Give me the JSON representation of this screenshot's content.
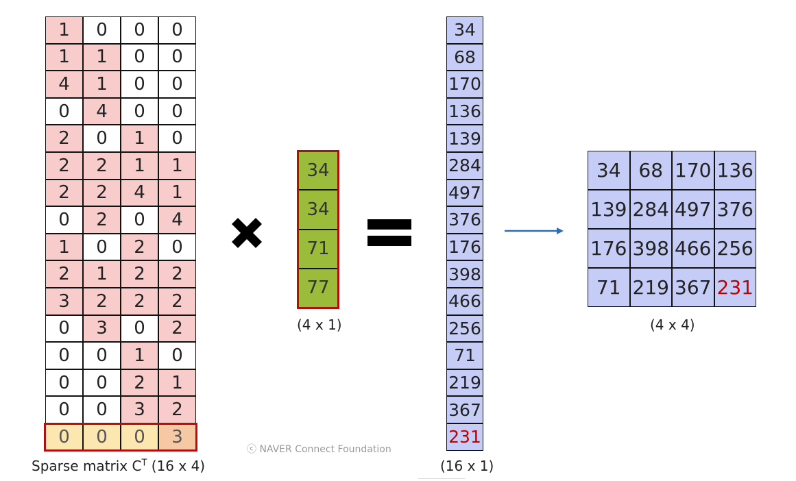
{
  "sparse_matrix": {
    "label_prefix": "Sparse matrix C",
    "label_sup": "T",
    "label_suffix": " (16 x 4)",
    "rows": [
      [
        "1",
        "0",
        "0",
        "0"
      ],
      [
        "1",
        "1",
        "0",
        "0"
      ],
      [
        "4",
        "1",
        "0",
        "0"
      ],
      [
        "0",
        "4",
        "0",
        "0"
      ],
      [
        "2",
        "0",
        "1",
        "0"
      ],
      [
        "2",
        "2",
        "1",
        "1"
      ],
      [
        "2",
        "2",
        "4",
        "1"
      ],
      [
        "0",
        "2",
        "0",
        "4"
      ],
      [
        "1",
        "0",
        "2",
        "0"
      ],
      [
        "2",
        "1",
        "2",
        "2"
      ],
      [
        "3",
        "2",
        "2",
        "2"
      ],
      [
        "0",
        "3",
        "0",
        "2"
      ],
      [
        "0",
        "0",
        "1",
        "0"
      ],
      [
        "0",
        "0",
        "2",
        "1"
      ],
      [
        "0",
        "0",
        "3",
        "2"
      ],
      [
        "0",
        "0",
        "0",
        "3"
      ]
    ],
    "shade": [
      [
        "p",
        "w",
        "w",
        "w"
      ],
      [
        "p",
        "p",
        "w",
        "w"
      ],
      [
        "p",
        "p",
        "w",
        "w"
      ],
      [
        "w",
        "p",
        "w",
        "w"
      ],
      [
        "p",
        "w",
        "p",
        "w"
      ],
      [
        "p",
        "p",
        "p",
        "p"
      ],
      [
        "p",
        "p",
        "p",
        "p"
      ],
      [
        "w",
        "p",
        "w",
        "p"
      ],
      [
        "p",
        "w",
        "p",
        "w"
      ],
      [
        "p",
        "p",
        "p",
        "p"
      ],
      [
        "p",
        "p",
        "p",
        "p"
      ],
      [
        "w",
        "p",
        "w",
        "p"
      ],
      [
        "w",
        "w",
        "p",
        "w"
      ],
      [
        "w",
        "w",
        "p",
        "p"
      ],
      [
        "w",
        "w",
        "p",
        "p"
      ],
      [
        "y",
        "y",
        "y",
        "o"
      ]
    ],
    "highlight_row": 15
  },
  "kernel_vector": {
    "values": [
      "34",
      "34",
      "71",
      "77"
    ],
    "label": "(4 x 1)"
  },
  "result_vector": {
    "values": [
      "34",
      "68",
      "170",
      "136",
      "139",
      "284",
      "497",
      "376",
      "176",
      "398",
      "466",
      "256",
      "71",
      "219",
      "367",
      "231"
    ],
    "highlight_index": 15,
    "label": "(16 x 1)"
  },
  "output_matrix": {
    "rows": [
      [
        "34",
        "68",
        "170",
        "136"
      ],
      [
        "139",
        "284",
        "497",
        "376"
      ],
      [
        "176",
        "398",
        "466",
        "256"
      ],
      [
        "71",
        "219",
        "367",
        "231"
      ]
    ],
    "highlight": [
      3,
      3
    ],
    "label": "(4 x 4)"
  },
  "watermark": "ⓒ  NAVER Connect Foundation",
  "colors": {
    "pink": "#f9cccc",
    "green": "#9bbb3b",
    "blue": "#c5cdf6",
    "highlight_border": "#b01010",
    "highlight_text": "#c00000",
    "arrow": "#2e6db4"
  },
  "icons": [
    "multiply-icon",
    "equals-icon",
    "arrow-right-icon"
  ]
}
